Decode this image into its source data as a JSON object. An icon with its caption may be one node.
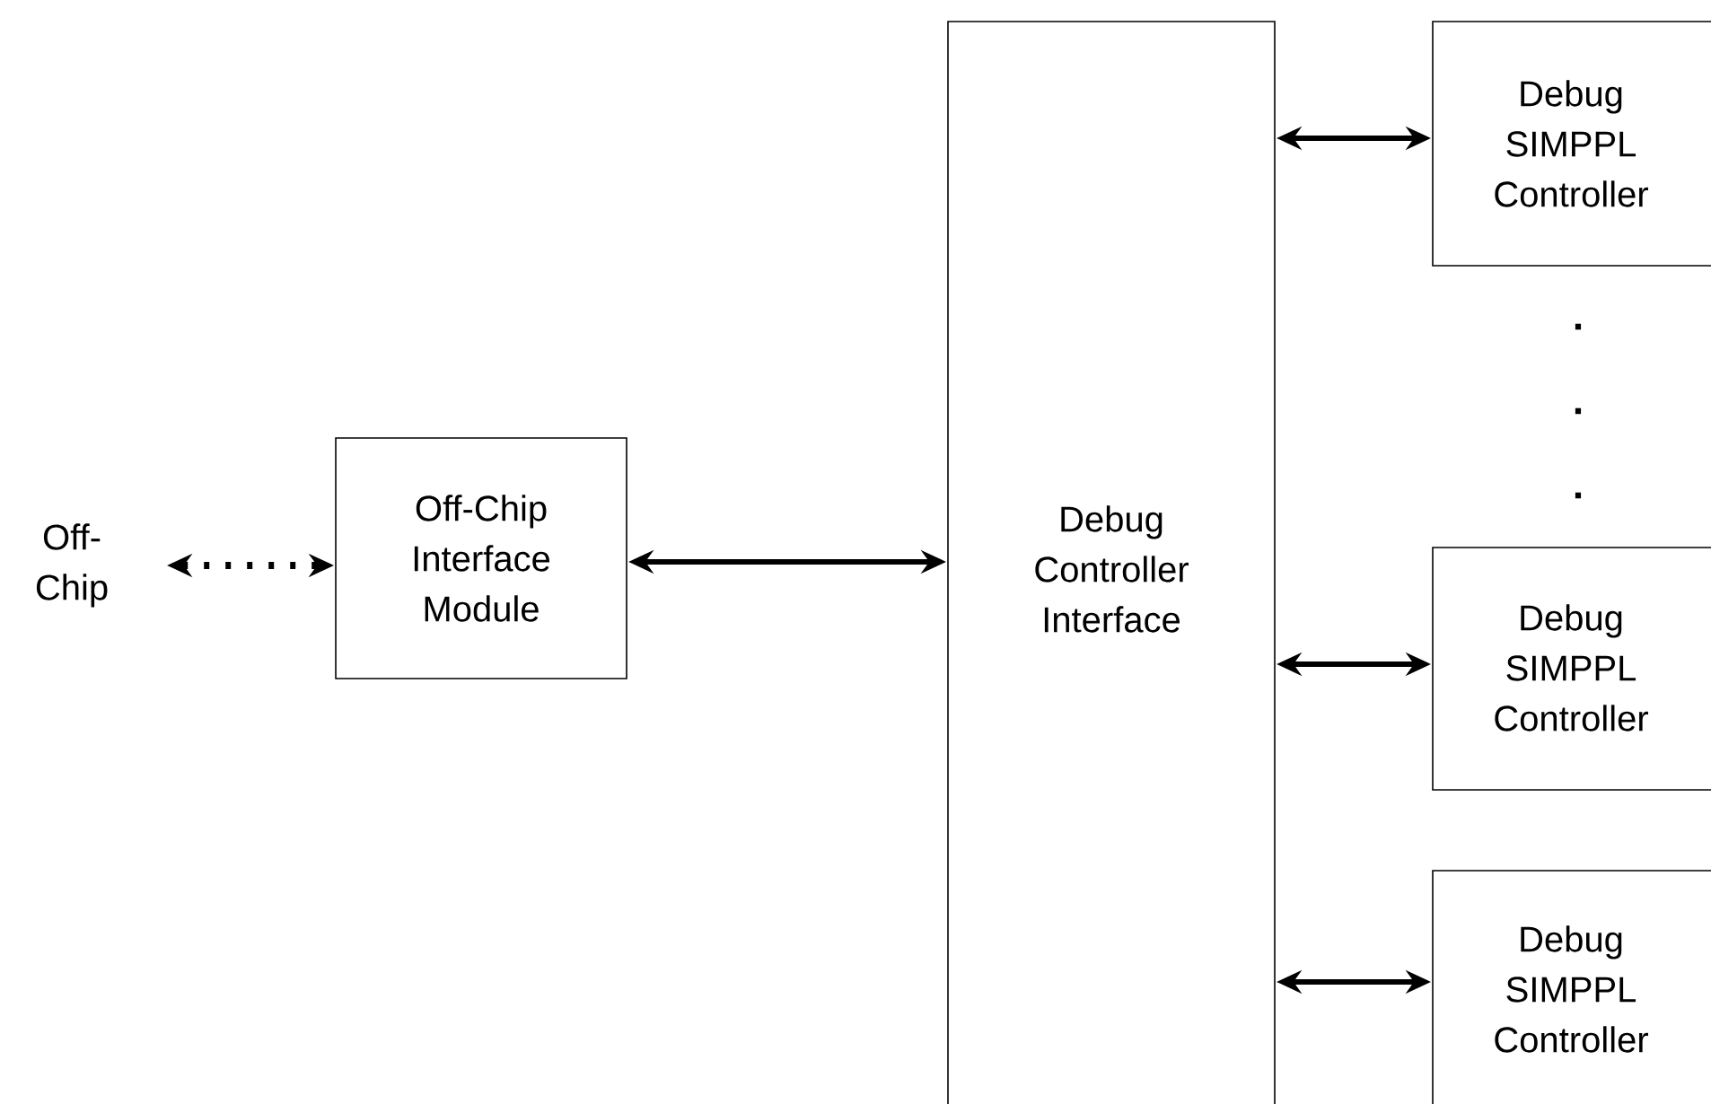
{
  "diagram": {
    "nodes": [
      {
        "text": [
          "Off-Chip"
        ]
      },
      {
        "text": [
          "Off-Chip Interface Module"
        ]
      },
      {
        "text": [
          "Debug Controller Interface"
        ]
      },
      {
        "text": [
          "Debug SIMPPL Controller"
        ]
      },
      {
        "text": [
          "Debug SIMPPL Controller"
        ]
      },
      {
        "text": [
          "Debug SIMPPL Controller"
        ]
      }
    ],
    "edges": [
      {
        "from": 0,
        "to": 1,
        "arrow": "both",
        "style": "dashed"
      },
      {
        "from": 1,
        "to": 2,
        "arrow": "both"
      },
      {
        "from": 2,
        "to": 3,
        "arrow": "both"
      },
      {
        "from": 2,
        "to": 4,
        "arrow": "both"
      },
      {
        "from": 2,
        "to": 5,
        "arrow": "both"
      }
    ],
    "labels": [
      ".",
      ".",
      "."
    ]
  }
}
